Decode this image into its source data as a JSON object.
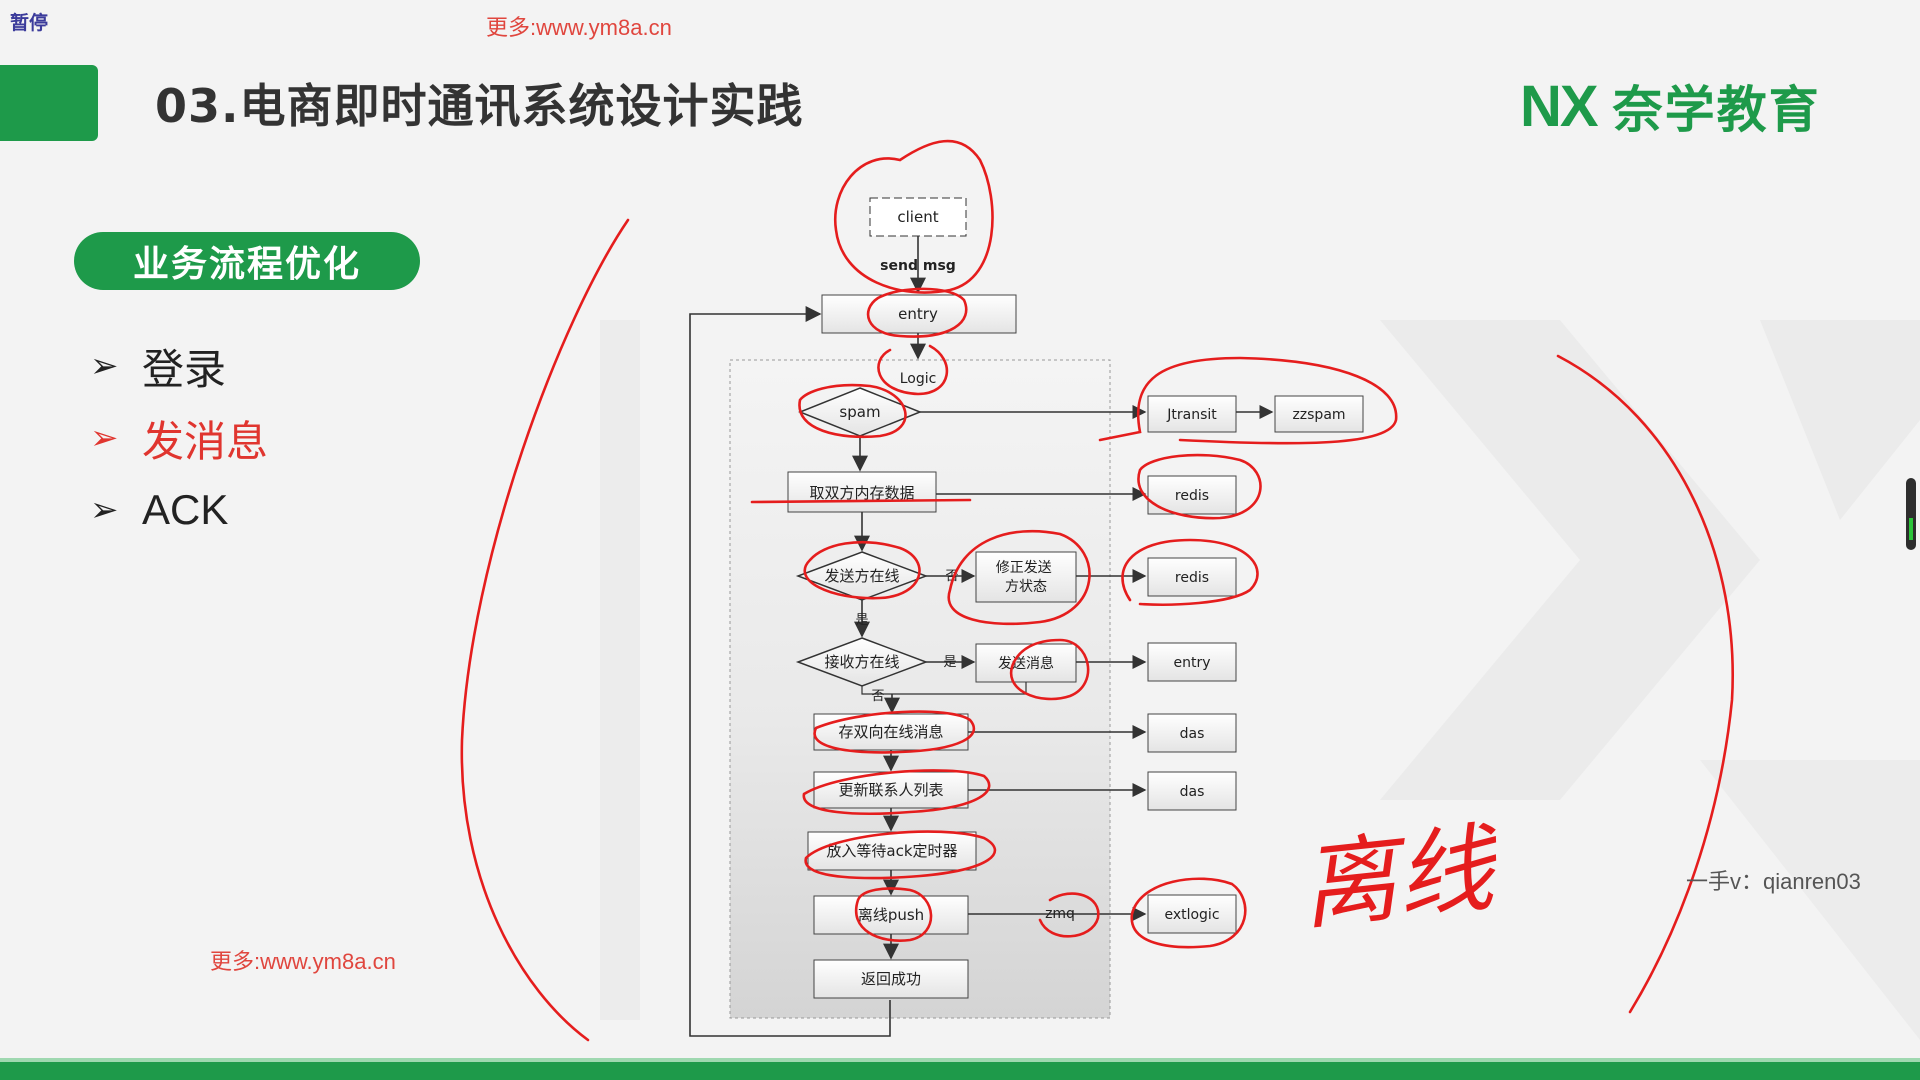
{
  "player": {
    "pause_label": "暂停"
  },
  "watermarks": {
    "top": "更多:www.ym8a.cn",
    "bottom": "更多:www.ym8a.cn"
  },
  "slide": {
    "title": "03.电商即时通讯系统设计实践",
    "logo_mark": "NX",
    "logo_text": "奈学教育",
    "section": "业务流程优化",
    "menu": [
      {
        "label": "登录",
        "active": false
      },
      {
        "label": "发消息",
        "active": true
      },
      {
        "label": "ACK",
        "active": false
      }
    ],
    "contact": "一手v：qianren03",
    "handwriting": "离线"
  },
  "flowchart": {
    "client": "client",
    "send_msg": "send msg",
    "entry": "entry",
    "logic": "Logic",
    "spam": "spam",
    "jtransit": "Jtransit",
    "zzspam": "zzspam",
    "fetch_data": "取双方内存数据",
    "redis1": "redis",
    "sender_online": "发送方在线",
    "no1": "否",
    "fix_state": "修正发送\n方状态",
    "redis2": "redis",
    "yes1": "是",
    "receiver_online": "接收方在线",
    "yes2": "是",
    "send_message": "发送消息",
    "entry2": "entry",
    "no2": "否",
    "store_msg": "存双向在线消息",
    "das1": "das",
    "update_contacts": "更新联系人列表",
    "das2": "das",
    "ack_timer": "放入等待ack定时器",
    "offline_push": "离线push",
    "zmq": "zmq",
    "extlogic": "extlogic",
    "return_ok": "返回成功"
  },
  "colors": {
    "brand_green": "#1e9a4a",
    "annotation_red": "#e51d1d",
    "active_red": "#e0352f"
  }
}
